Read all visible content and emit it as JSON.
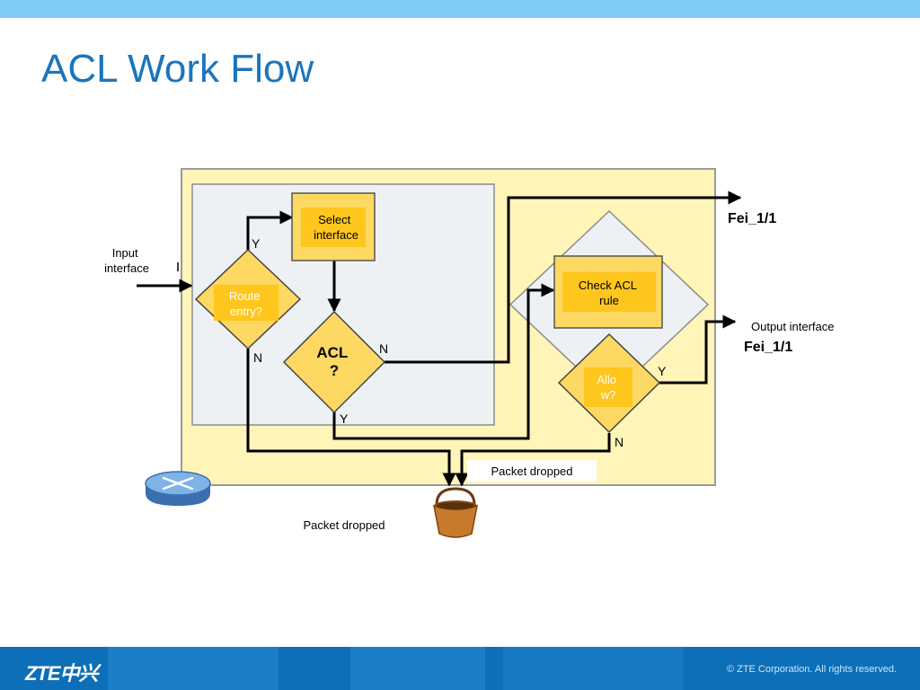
{
  "slide": {
    "title": "ACL Work Flow",
    "footer": {
      "logo": "ZTE中兴",
      "copyright": "© ZTE Corporation. All rights reserved."
    }
  },
  "diagram": {
    "nodes": {
      "select_interface": [
        "Select",
        "interface"
      ],
      "route_entry": [
        "Route",
        "entry?"
      ],
      "acl": [
        "ACL",
        "?"
      ],
      "check_acl_rule": [
        "Check ACL",
        "rule"
      ],
      "allow": [
        "Allo",
        "w?"
      ]
    },
    "labels": {
      "input_interface": [
        "Input",
        "interface"
      ],
      "output_interface": "Output interface",
      "fei_top": "Fei_1/1",
      "fei_bottom": "Fei_1/1",
      "packet_dropped_box": "Packet dropped",
      "packet_dropped_bucket": "Packet dropped",
      "yes": "Y",
      "no": "N"
    },
    "icons": [
      "router-icon",
      "bucket-icon"
    ]
  }
}
